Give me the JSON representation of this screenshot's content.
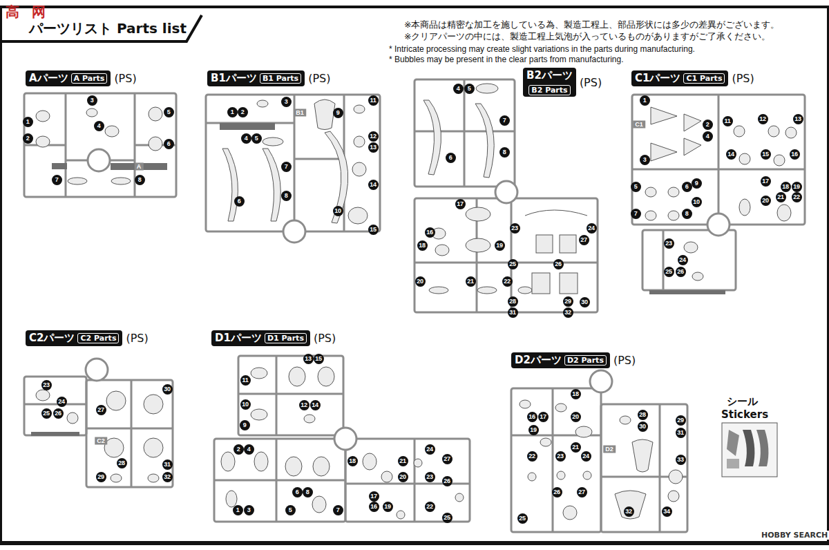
{
  "diagram": {
    "title": "パーツリスト Parts list",
    "nodes": [
      {
        "text": [
          "Aパーツ",
          "A Parts"
        ]
      },
      {
        "text": [
          "B1パーツ",
          "B1 Parts"
        ]
      },
      {
        "text": [
          "B2パーツ",
          "B2 Parts"
        ]
      },
      {
        "text": [
          "C1パーツ",
          "C1 Parts"
        ]
      },
      {
        "text": [
          "C2パーツ",
          "C2 Parts"
        ]
      },
      {
        "text": [
          "D1パーツ",
          "D1 Parts"
        ]
      },
      {
        "text": [
          "D2パーツ",
          "D2 Parts"
        ]
      }
    ],
    "labels": [
      "※本商品は精密な加工を施している為、製造工程上、部品形状には多少の差異がございます。",
      "※クリアパーツの中には、製造工程上気泡が入っているものがありますがご了承ください。",
      "* Intricate processing may create slight variations in the parts during manufacturing.",
      "* Bubbles may be present in the clear parts from manufacturing.",
      "高",
      "网",
      "(PS)",
      "A",
      "1",
      "2",
      "3",
      "4",
      "5",
      "6",
      "7",
      "8",
      "(PS)",
      "B1",
      "1",
      "2",
      "3",
      "4",
      "5",
      "6",
      "7",
      "8",
      "9",
      "10",
      "11",
      "12",
      "13",
      "14",
      "15",
      "(PS)",
      "4",
      "5",
      "6",
      "7",
      "8",
      "16",
      "17",
      "18",
      "19",
      "20",
      "21",
      "22",
      "23",
      "24",
      "25",
      "26",
      "27",
      "28",
      "29",
      "30",
      "31",
      "32",
      "(PS)",
      "C1",
      "1",
      "2",
      "3",
      "4",
      "5",
      "6",
      "7",
      "8",
      "9",
      "10",
      "11",
      "12",
      "13",
      "14",
      "15",
      "16",
      "17",
      "18",
      "19",
      "20",
      "21",
      "22",
      "23",
      "24",
      "25",
      "26",
      "(PS)",
      "C2",
      "23",
      "24",
      "25",
      "26",
      "27",
      "28",
      "29",
      "30",
      "31",
      "32",
      "(PS)",
      "1",
      "2",
      "3",
      "4",
      "5",
      "6",
      "7",
      "8",
      "9",
      "10",
      "11",
      "12",
      "13",
      "14",
      "15",
      "16",
      "17",
      "18",
      "19",
      "20",
      "21",
      "22",
      "23",
      "24",
      "25",
      "26",
      "27",
      "(PS)",
      "D2",
      "16",
      "17",
      "18",
      "19",
      "20",
      "21",
      "22",
      "23",
      "24",
      "25",
      "26",
      "27",
      "28",
      "29",
      "30",
      "31",
      "32",
      "33",
      "34",
      "シール",
      "Stickers",
      "HOBBY SEARCH"
    ]
  }
}
